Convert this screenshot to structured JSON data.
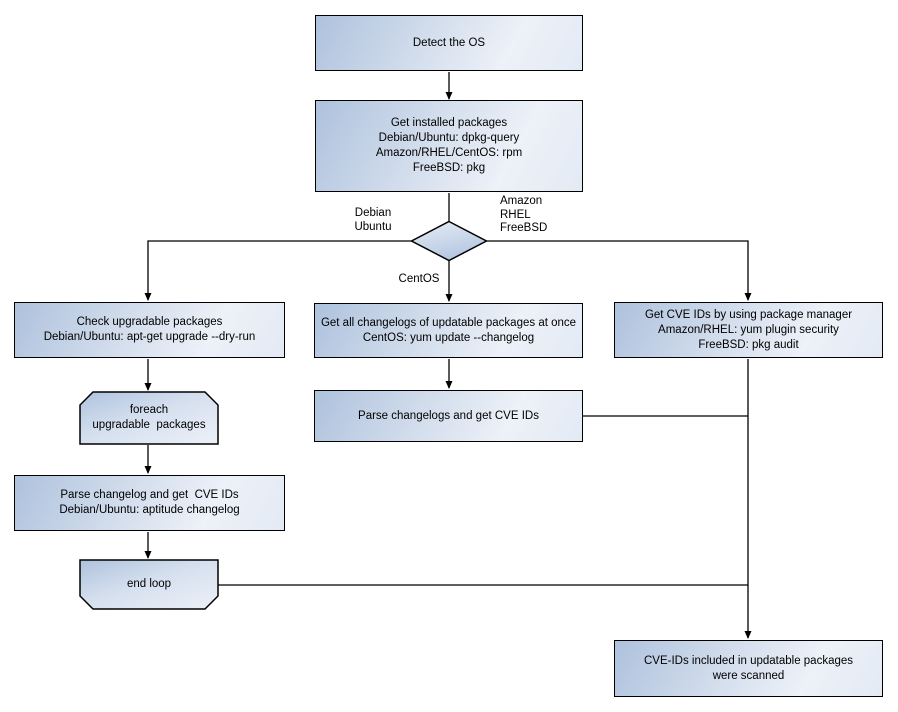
{
  "diagram": {
    "description": "Flowchart of detecting the OS and scanning CVE IDs in updatable packages per package manager",
    "colors": {
      "background": "#ffffff",
      "node_border": "#000000",
      "node_fill_dark": "#aec2dd",
      "node_fill_light": "#edf1f8",
      "connector": "#000000",
      "text": "#000000"
    },
    "nodes": {
      "detect_os": {
        "shape": "rect",
        "label": "Detect the OS"
      },
      "get_installed": {
        "shape": "rect",
        "label": "Get installed packages\nDebian/Ubuntu: dpkg-query\nAmazon/RHEL/CentOS: rpm\nFreeBSD: pkg"
      },
      "os_decision": {
        "shape": "diamond",
        "label": ""
      },
      "check_upgradable": {
        "shape": "rect",
        "label": "Check upgradable packages\nDebian/Ubuntu: apt-get upgrade --dry-run"
      },
      "foreach_loop": {
        "shape": "loop-start",
        "label": "foreach\nupgradable  packages"
      },
      "parse_changelog_debian": {
        "shape": "rect",
        "label": "Parse changelog and get  CVE IDs\nDebian/Ubuntu: aptitude changelog"
      },
      "end_loop": {
        "shape": "loop-end",
        "label": "end loop"
      },
      "get_all_changelogs": {
        "shape": "rect",
        "label": "Get all changelogs of updatable packages at once\nCentOS: yum update --changelog"
      },
      "parse_changelogs_centos": {
        "shape": "rect",
        "label": "Parse changelogs and get CVE IDs"
      },
      "get_cve_ids_pkg_manager": {
        "shape": "rect",
        "label": "Get CVE IDs by using package manager\nAmazon/RHEL: yum plugin security\nFreeBSD: pkg audit"
      },
      "cve_scanned": {
        "shape": "rect",
        "label": "CVE-IDs included in updatable packages\nwere scanned"
      }
    },
    "edges": [
      {
        "from": "detect_os",
        "to": "get_installed",
        "label": ""
      },
      {
        "from": "get_installed",
        "to": "os_decision",
        "label": ""
      },
      {
        "from": "os_decision",
        "to": "check_upgradable",
        "label": "Debian\nUbuntu"
      },
      {
        "from": "os_decision",
        "to": "get_all_changelogs",
        "label": "CentOS"
      },
      {
        "from": "os_decision",
        "to": "get_cve_ids_pkg_manager",
        "label": "Amazon\nRHEL\nFreeBSD"
      },
      {
        "from": "check_upgradable",
        "to": "foreach_loop",
        "label": ""
      },
      {
        "from": "foreach_loop",
        "to": "parse_changelog_debian",
        "label": ""
      },
      {
        "from": "parse_changelog_debian",
        "to": "end_loop",
        "label": ""
      },
      {
        "from": "get_all_changelogs",
        "to": "parse_changelogs_centos",
        "label": ""
      },
      {
        "from": "parse_changelogs_centos",
        "to": "cve_scanned",
        "label": ""
      },
      {
        "from": "end_loop",
        "to": "cve_scanned",
        "label": ""
      },
      {
        "from": "get_cve_ids_pkg_manager",
        "to": "cve_scanned",
        "label": ""
      }
    ]
  }
}
